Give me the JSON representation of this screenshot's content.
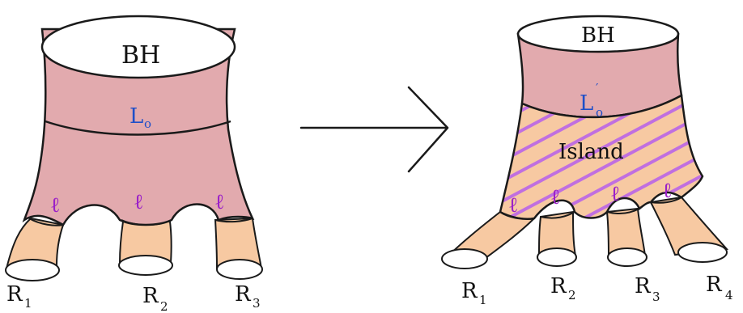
{
  "left": {
    "top_label": "BH",
    "curve_label": "L",
    "curve_sub": "o",
    "ell": [
      "ℓ",
      "ℓ",
      "ℓ"
    ],
    "radiation": [
      {
        "main": "R",
        "sub": "1"
      },
      {
        "main": "R",
        "sub": "2"
      },
      {
        "main": "R",
        "sub": "3"
      }
    ]
  },
  "arrow": {
    "symbol": "→"
  },
  "right": {
    "top_label": "BH",
    "curve_label": "L",
    "curve_sub": "o",
    "curve_prime": "′",
    "island_label": "Island",
    "ell": [
      "ℓ",
      "ℓ",
      "ℓ",
      "ℓ"
    ],
    "radiation": [
      {
        "main": "R",
        "sub": "1"
      },
      {
        "main": "R",
        "sub": "2"
      },
      {
        "main": "R",
        "sub": "3"
      },
      {
        "main": "R",
        "sub": "4"
      }
    ]
  },
  "colors": {
    "throat": "#e2aaae",
    "leg": "#f7c9a2",
    "island_hatch": "#c06fe0",
    "outline": "#1a1a1a",
    "label_blue": "#1f4fc8",
    "label_purple": "#9b21c8"
  }
}
